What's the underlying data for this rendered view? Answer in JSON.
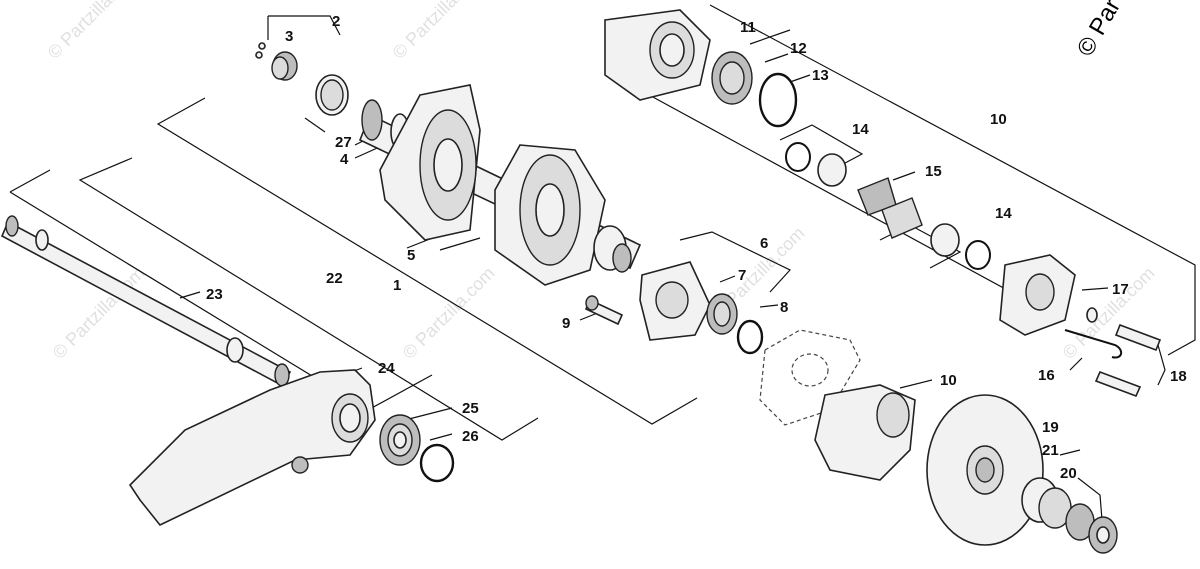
{
  "diagram": {
    "watermark_text": "© Partzilla.com",
    "copyright_mark": "© Par",
    "callouts": [
      {
        "id": "c1",
        "label": "1"
      },
      {
        "id": "c2",
        "label": "2"
      },
      {
        "id": "c3",
        "label": "3"
      },
      {
        "id": "c4",
        "label": "4"
      },
      {
        "id": "c5",
        "label": "5"
      },
      {
        "id": "c6",
        "label": "6"
      },
      {
        "id": "c7",
        "label": "7"
      },
      {
        "id": "c8",
        "label": "8"
      },
      {
        "id": "c9",
        "label": "9"
      },
      {
        "id": "c10a",
        "label": "10"
      },
      {
        "id": "c10b",
        "label": "10"
      },
      {
        "id": "c11",
        "label": "11"
      },
      {
        "id": "c12",
        "label": "12"
      },
      {
        "id": "c13",
        "label": "13"
      },
      {
        "id": "c14a",
        "label": "14"
      },
      {
        "id": "c14b",
        "label": "14"
      },
      {
        "id": "c15",
        "label": "15"
      },
      {
        "id": "c16",
        "label": "16"
      },
      {
        "id": "c17",
        "label": "17"
      },
      {
        "id": "c18",
        "label": "18"
      },
      {
        "id": "c19",
        "label": "19"
      },
      {
        "id": "c20",
        "label": "20"
      },
      {
        "id": "c21",
        "label": "21"
      },
      {
        "id": "c22",
        "label": "22"
      },
      {
        "id": "c23",
        "label": "23"
      },
      {
        "id": "c24",
        "label": "24"
      },
      {
        "id": "c25",
        "label": "25"
      },
      {
        "id": "c26",
        "label": "26"
      },
      {
        "id": "c27",
        "label": "27"
      }
    ]
  }
}
